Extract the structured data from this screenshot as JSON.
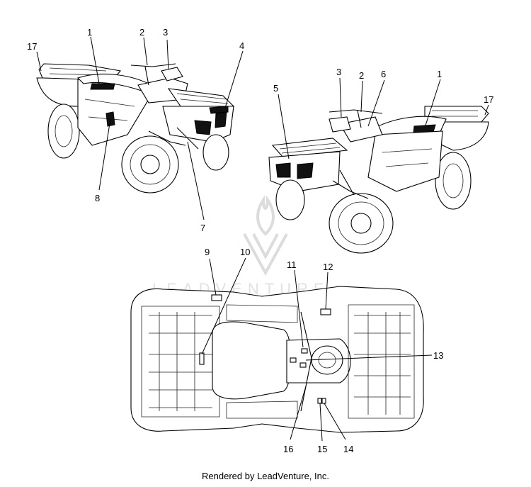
{
  "watermark": {
    "text": "LEADVENTURE"
  },
  "callouts": {
    "left_view": [
      "17",
      "1",
      "2",
      "3",
      "4",
      "8",
      "7"
    ],
    "right_view": [
      "3",
      "2",
      "6",
      "1",
      "17",
      "5"
    ],
    "top_view": [
      "9",
      "10",
      "11",
      "12",
      "13",
      "16",
      "15",
      "14"
    ]
  },
  "footer": {
    "text": "Rendered by LeadVenture, Inc."
  }
}
